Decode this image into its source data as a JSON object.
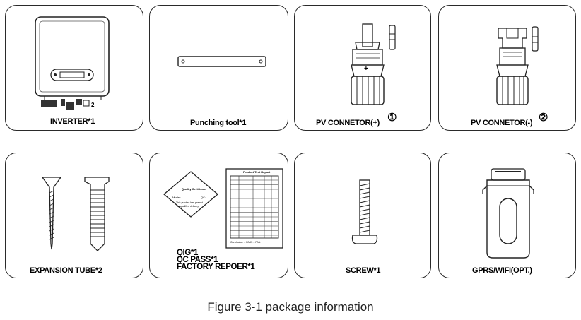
{
  "items": [
    {
      "label": "INVERTER*1"
    },
    {
      "label": "Punching tool*1"
    },
    {
      "label": "PV CONNETOR(+)",
      "num": "①"
    },
    {
      "label": "PV CONNETOR(-)",
      "num": "②"
    },
    {
      "label": "EXPANSION TUBE*2"
    },
    {
      "lines": [
        "QIG*1",
        "QC PASS*1",
        "FACTORY REPOER*1"
      ]
    },
    {
      "label": "SCREW*1"
    },
    {
      "label": "GPRS/WIFI(OPT.)"
    }
  ],
  "qc_card": {
    "title": "Quality Certificate",
    "model": "Model:",
    "qc": "QC:",
    "note_1": "This product has passed",
    "note_2": "to qualified delivery"
  },
  "report": {
    "title": "Product Test Report",
    "footer": "Conclusion: = PASS  = FAIL"
  },
  "caption": "Figure 3-1 package information"
}
